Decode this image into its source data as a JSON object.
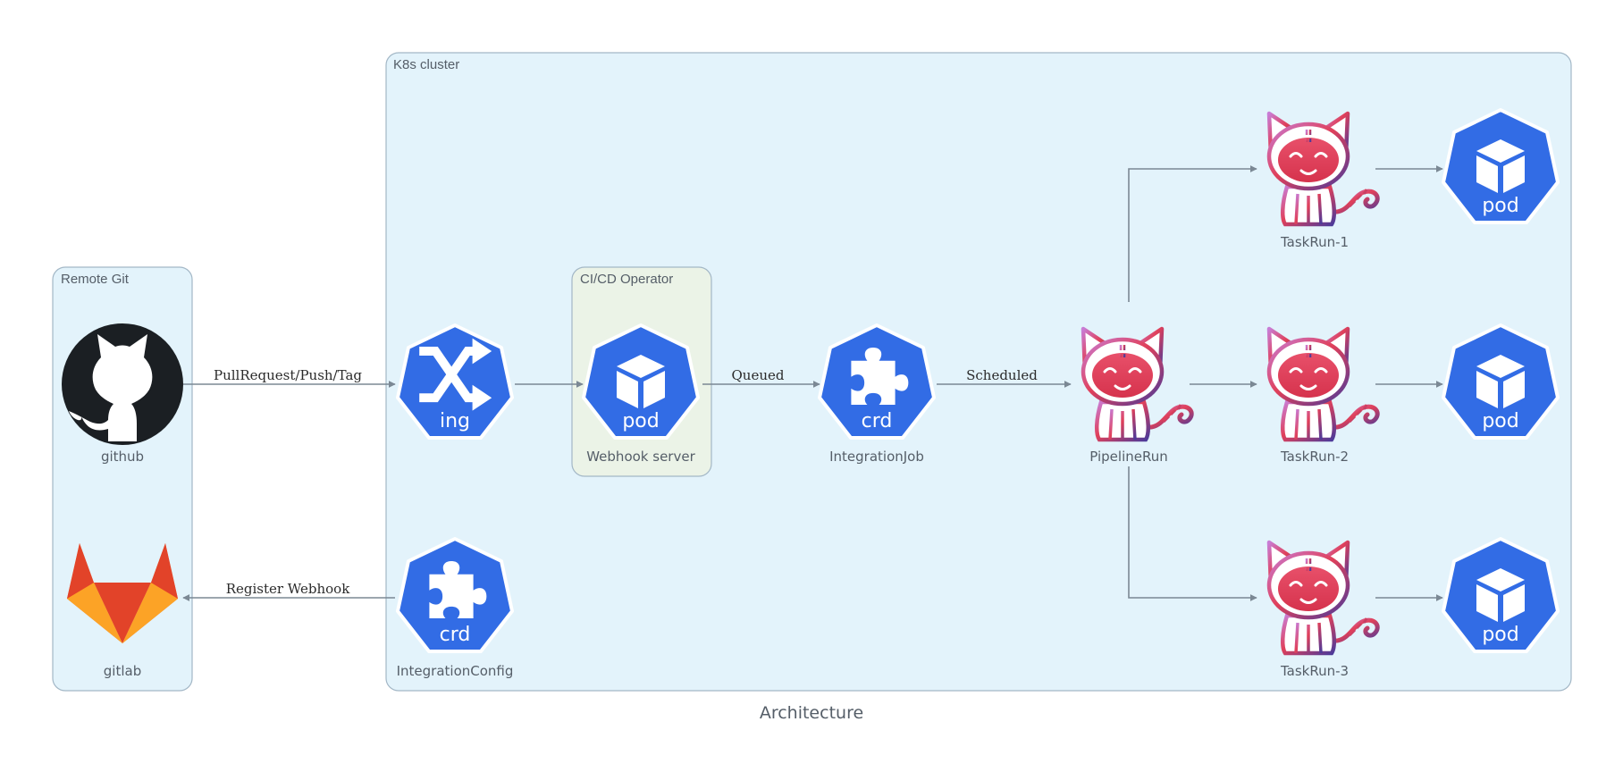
{
  "title": "Architecture",
  "clusters": {
    "remote_git": "Remote Git",
    "k8s": "K8s cluster",
    "operator": "CI/CD Operator"
  },
  "nodes": {
    "github": {
      "label": "github",
      "icon": "github-icon"
    },
    "gitlab": {
      "label": "gitlab",
      "icon": "gitlab-icon"
    },
    "ingress": {
      "label": "",
      "icon": "k8s-ingress-icon",
      "badge": "ing"
    },
    "webhook": {
      "label": "Webhook server",
      "icon": "k8s-pod-icon",
      "badge": "pod"
    },
    "job": {
      "label": "IntegrationJob",
      "icon": "k8s-crd-icon",
      "badge": "crd"
    },
    "config": {
      "label": "IntegrationConfig",
      "icon": "k8s-crd-icon",
      "badge": "crd"
    },
    "pipelinerun": {
      "label": "PipelineRun",
      "icon": "tekton-cat-icon"
    },
    "taskrun1": {
      "label": "TaskRun-1",
      "icon": "tekton-cat-icon"
    },
    "taskrun2": {
      "label": "TaskRun-2",
      "icon": "tekton-cat-icon"
    },
    "taskrun3": {
      "label": "TaskRun-3",
      "icon": "tekton-cat-icon"
    },
    "pod1": {
      "label": "",
      "icon": "k8s-pod-icon",
      "badge": "pod"
    },
    "pod2": {
      "label": "",
      "icon": "k8s-pod-icon",
      "badge": "pod"
    },
    "pod3": {
      "label": "",
      "icon": "k8s-pod-icon",
      "badge": "pod"
    }
  },
  "edges": {
    "github_ing": "PullRequest/Push/Tag",
    "webhook_job": "Queued",
    "job_pipeline": "Scheduled",
    "config_gitlab": "Register Webhook"
  },
  "colors": {
    "k8s_blue": "#326ce5",
    "cluster_fill": "#e3f3fb",
    "operator_fill": "#ebf3e7",
    "cluster_border": "#a3b7c6",
    "edge": "#7b8894",
    "github_dark": "#1b1f23"
  }
}
